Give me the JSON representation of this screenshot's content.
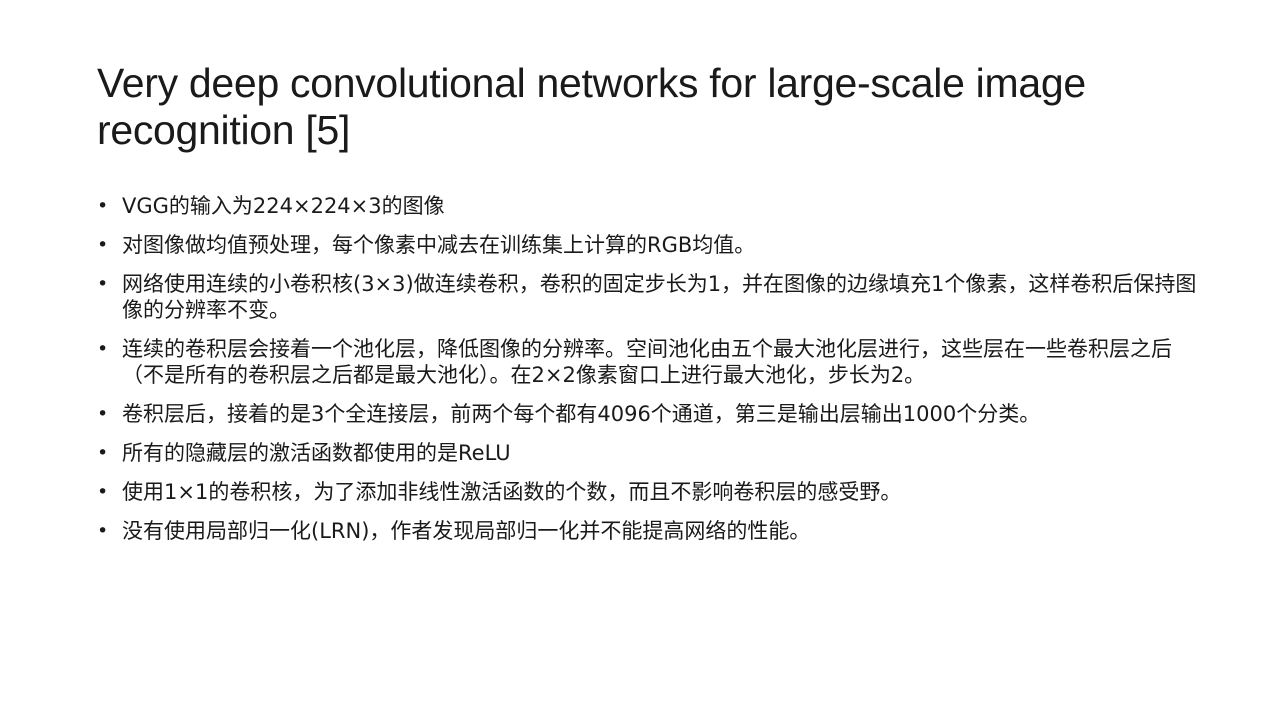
{
  "slide": {
    "title": "Very deep convolutional networks for large-scale image recognition [5]",
    "bullet_symbol": "•",
    "bullets": [
      "VGG的输入为224×224×3的图像",
      "对图像做均值预处理，每个像素中减去在训练集上计算的RGB均值。",
      "网络使用连续的小卷积核(3×3)做连续卷积，卷积的固定步长为1，并在图像的边缘填充1个像素，这样卷积后保持图像的分辨率不变。",
      "连续的卷积层会接着一个池化层，降低图像的分辨率。空间池化由五个最大池化层进行，这些层在一些卷积层之后（不是所有的卷积层之后都是最大池化）。在2×2像素窗口上进行最大池化，步长为2。",
      "卷积层后，接着的是3个全连接层，前两个每个都有4096个通道，第三是输出层输出1000个分类。",
      "所有的隐藏层的激活函数都使用的是ReLU",
      "使用1×1的卷积核，为了添加非线性激活函数的个数，而且不影响卷积层的感受野。",
      "没有使用局部归一化(LRN)，作者发现局部归一化并不能提高网络的性能。"
    ]
  }
}
